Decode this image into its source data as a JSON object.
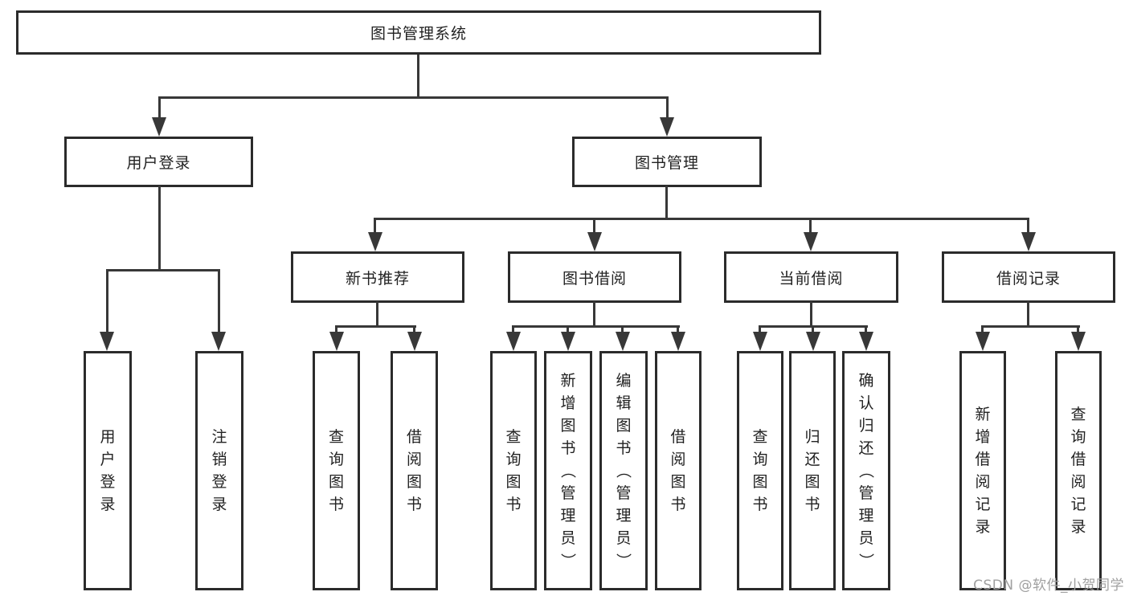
{
  "page": {
    "watermark": "CSDN @软件_小贺同学"
  },
  "colors": {
    "background": "#ffffff",
    "box_border": "#2b2b2b",
    "line": "#383838",
    "text": "#222222",
    "watermark": "#a0a0a0"
  },
  "tree": {
    "root": {
      "label": "图书管理系统"
    },
    "branches": [
      {
        "label": "用户登录",
        "children": [
          {
            "label": "用户登录"
          },
          {
            "label": "注销登录"
          }
        ]
      },
      {
        "label": "图书管理",
        "children": [
          {
            "label": "新书推荐",
            "children": [
              {
                "label": "查询图书"
              },
              {
                "label": "借阅图书"
              }
            ]
          },
          {
            "label": "图书借阅",
            "children": [
              {
                "label": "查询图书"
              },
              {
                "label": "新增图书（管理员）"
              },
              {
                "label": "编辑图书（管理员）"
              },
              {
                "label": "借阅图书"
              }
            ]
          },
          {
            "label": "当前借阅",
            "children": [
              {
                "label": "查询图书"
              },
              {
                "label": "归还图书"
              },
              {
                "label": "确认归还（管理员）"
              }
            ]
          },
          {
            "label": "借阅记录",
            "children": [
              {
                "label": "新增借阅记录"
              },
              {
                "label": "查询借阅记录"
              }
            ]
          }
        ]
      }
    ]
  }
}
